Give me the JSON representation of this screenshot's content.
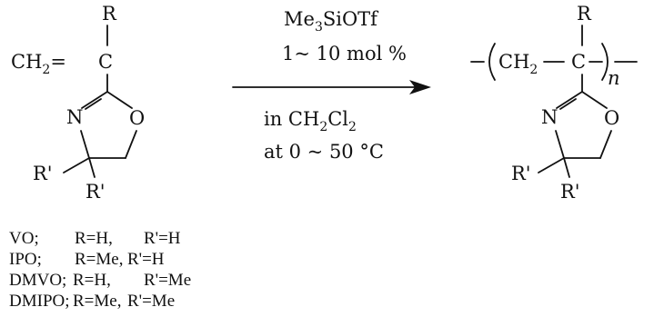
{
  "reactant": {
    "r": "R",
    "ch2": "CH",
    "ch2_sub": "2",
    "eq": "=",
    "c": "C",
    "n": "N",
    "o": "O",
    "r1": "R'",
    "r2": "R'"
  },
  "conditions": {
    "reagent_a": "Me",
    "reagent_sub": "3",
    "reagent_b": "SiOTf",
    "loading": "1~ 10 mol %",
    "solvent_a": "in CH",
    "solvent_sub": "2",
    "solvent_b": "Cl",
    "solvent_sub2": "2",
    "temperature": "at 0 ~ 50 °C"
  },
  "product": {
    "r": "R",
    "ch2": "CH",
    "ch2_sub": "2",
    "c": "C",
    "n_sub": "n",
    "n": "N",
    "o": "O",
    "r1": "R'",
    "r2": "R'"
  },
  "legend": [
    {
      "abbr": "VO;",
      "r": "R=H,",
      "rp": "R'=H"
    },
    {
      "abbr": "IPO;",
      "r": "R=Me,",
      "rp": "R'=H"
    },
    {
      "abbr": "DMVO;",
      "r": "R=H,",
      "rp": "R'=Me"
    },
    {
      "abbr": "DMIPO;",
      "r": "R=Me,",
      "rp": "R'=Me"
    }
  ]
}
